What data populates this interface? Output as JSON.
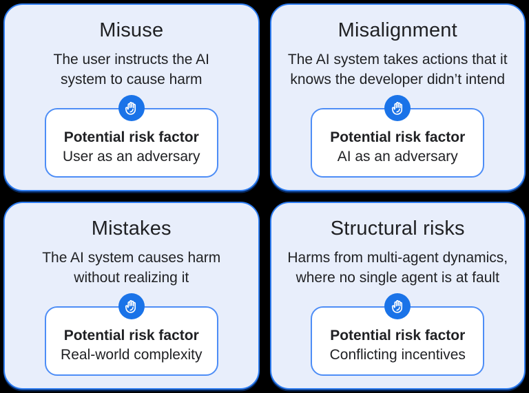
{
  "palette": {
    "background": "#000000",
    "card_fill": "#e8eefb",
    "card_border": "#2d7cf0",
    "card_shadow": "#0b57d0",
    "inner_box_fill": "#ffffff",
    "inner_box_border": "#4d8df6",
    "icon_circle": "#1a73e8",
    "icon_glyph": "#ffffff",
    "text": "#202124"
  },
  "icon": {
    "name": "hand-icon",
    "meaning": "raised open hand (stop / caution)"
  },
  "cards": [
    {
      "title": "Misuse",
      "description_lines": [
        "The user instructs the AI",
        "system to cause harm"
      ],
      "risk_label": "Potential risk factor",
      "risk_factor": "User as an adversary"
    },
    {
      "title": "Misalignment",
      "description_lines": [
        "The AI system takes actions that it",
        "knows the developer didn’t intend"
      ],
      "risk_label": "Potential risk factor",
      "risk_factor": "AI as an adversary"
    },
    {
      "title": "Mistakes",
      "description_lines": [
        "The AI system causes harm",
        "without realizing it"
      ],
      "risk_label": "Potential risk factor",
      "risk_factor": "Real-world complexity"
    },
    {
      "title": "Structural risks",
      "description_lines": [
        "Harms from multi-agent dynamics,",
        "where no single agent is at fault"
      ],
      "risk_label": "Potential risk factor",
      "risk_factor": "Conflicting incentives"
    }
  ]
}
